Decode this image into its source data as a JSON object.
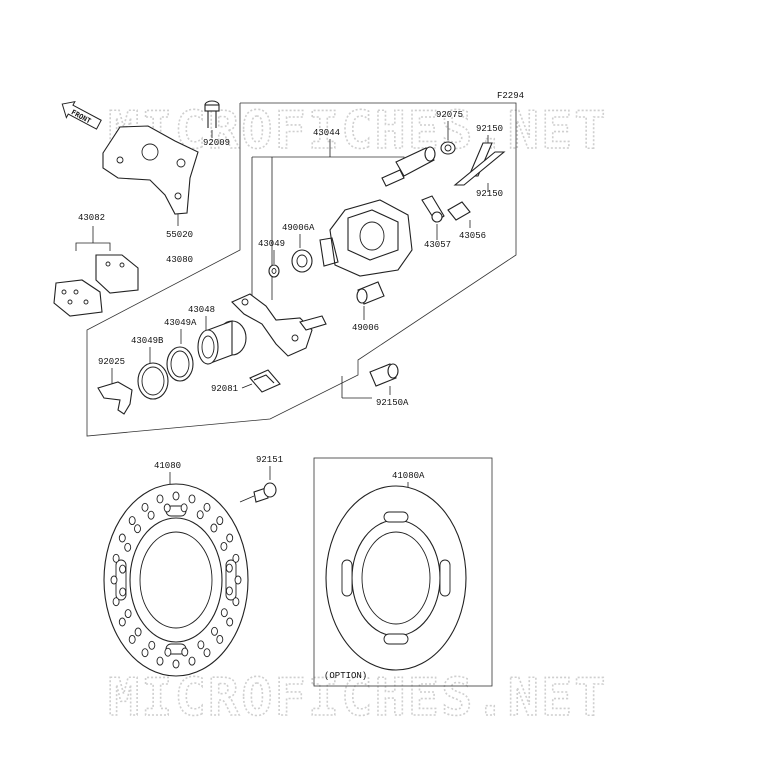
{
  "figure_code": "F2294",
  "front_arrow": "FRONT",
  "watermark": "MICROFICHES.NET",
  "option_label": "(OPTION)",
  "parts": {
    "p92009": "92009",
    "p55020": "55020",
    "p43082": "43082",
    "p43080": "43080",
    "p43044": "43044",
    "p92075": "92075",
    "p92150": "92150",
    "p92150b": "92150",
    "p43049": "43049",
    "p49006A": "49006A",
    "p43057": "43057",
    "p43056": "43056",
    "p43048": "43048",
    "p43049A": "43049A",
    "p43049B": "43049B",
    "p49006": "49006",
    "p92025": "92025",
    "p92081": "92081",
    "p92150A": "92150A",
    "p41080": "41080",
    "p92151": "92151",
    "p41080A": "41080A"
  },
  "icons": [
    "front-arrow-icon"
  ]
}
